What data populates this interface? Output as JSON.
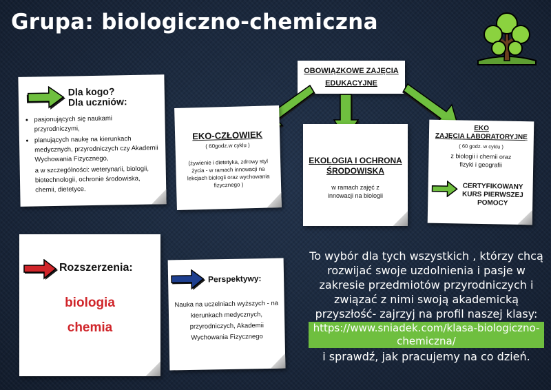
{
  "title": "Grupa:  biologiczno-chemiczna",
  "audience": {
    "heading_line1": "Dla kogo?",
    "heading_line2": "Dla uczniów:",
    "bullets": [
      "pasjonujących się  naukami przyrodniczymi,",
      "planujących naukę na kierunkach medycznych, przyrodniczych czy Akademii Wychowania Fizycznego,"
    ],
    "extra": "a w szczególności: weterynarii, biologii, biotechnologii, ochronie środowiska, chemii, dietetyce."
  },
  "mandatory": {
    "label": "OBOWIĄZKOWE ZAJĘCIA EDUKACYJNE"
  },
  "eco_human": {
    "title": "EKO-CZŁOWIEK",
    "hours": "( 60godz.w cyklu )",
    "desc": "(żywienie i dietetyka, zdrowy styl życia - w ramach innowacji na lekcjach biologii oraz wychowania fizycznego )"
  },
  "ecology": {
    "title": "EKOLOGIA I OCHRONA ŚRODOWISKA",
    "desc": "w ramach zajęć z innowacji na biologii"
  },
  "eco_lab": {
    "title_line1": "EKO",
    "title_line2": "ZAJĘCIA LABORATORYJNE",
    "hours": "( 60 godz. w cyklu )",
    "desc": "z biologii i chemii oraz fizyki i geografii",
    "cert": "CERTYFIKOWANY KURS PIERWSZEJ POMOCY"
  },
  "extensions": {
    "heading": "Rozszerzenia:",
    "subjects": [
      "biologia",
      "chemia"
    ]
  },
  "perspectives": {
    "heading": "Perspektywy:",
    "text": "Nauka na uczelniach wyższych - na kierunkach medycznych, przyrodniczych, Akademii Wychowania Fizycznego"
  },
  "promo": {
    "text": "To wybór dla tych wszystkich , którzy chcą rozwijać swoje uzdolnienia i pasje w zakresie przedmiotów przyrodniczych i związać z nimi swoją akademicką przyszłość- zajrzyj na profil naszej klasy:",
    "link": "https://www.sniadek.com/klasa-biologiczno-chemiczna/",
    "outro": "i sprawdź, jak pracujemy na co dzień."
  },
  "colors": {
    "background": "#1b2a40",
    "arrow_green": "#6fbf3f",
    "arrow_red": "#d0252a",
    "arrow_blue": "#1e3f8f",
    "extension_red": "#d0252a",
    "link_bg": "#6fbf3f"
  },
  "icons": [
    "tree-icon",
    "arrow-right-icon",
    "arrow-down-icon"
  ]
}
